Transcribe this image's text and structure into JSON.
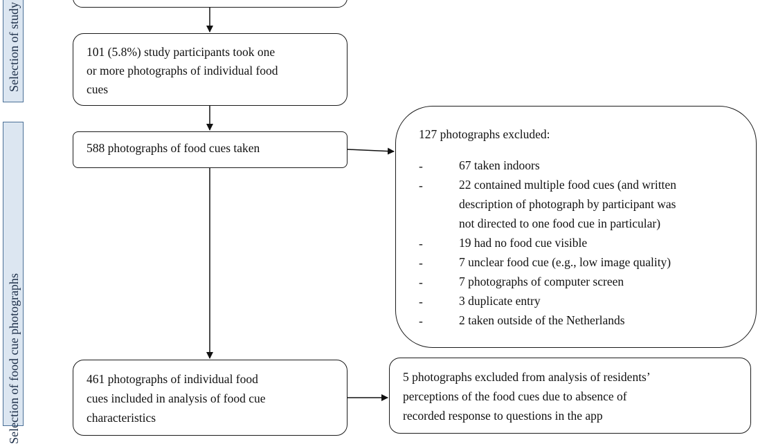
{
  "side_labels": {
    "selection_participants": "Selection of study participants",
    "selection_photographs": "Selection of food cue photographs"
  },
  "boxes": {
    "participants": [
      "101  (5.8%)  study participants took one",
      "or more  photographs of individual food",
      "cues"
    ],
    "photos_taken": "588  photographs of food cues taken",
    "included": [
      "461  photographs of individual food",
      "cues included in analysis of food cue",
      "characteristics"
    ],
    "excluded_analysis": [
      "5 photographs excluded from  analysis of residents’",
      "perceptions of the food cues due to absence of",
      "recorded response to questions in the app"
    ]
  },
  "excluded": {
    "title": "127  photographs excluded:",
    "items": [
      [
        "67  taken indoors"
      ],
      [
        "22  contained multiple  food cues (and written",
        "description of photograph by participant was",
        "not directed to one food cue in particular)"
      ],
      [
        "19  had no food cue visible"
      ],
      [
        "7 unclear food cue (e.g., low image  quality)"
      ],
      [
        "7 photographs of computer screen"
      ],
      [
        "3  duplicate entry"
      ],
      [
        "2 taken outside of the Netherlands"
      ]
    ],
    "bullet": "-"
  }
}
